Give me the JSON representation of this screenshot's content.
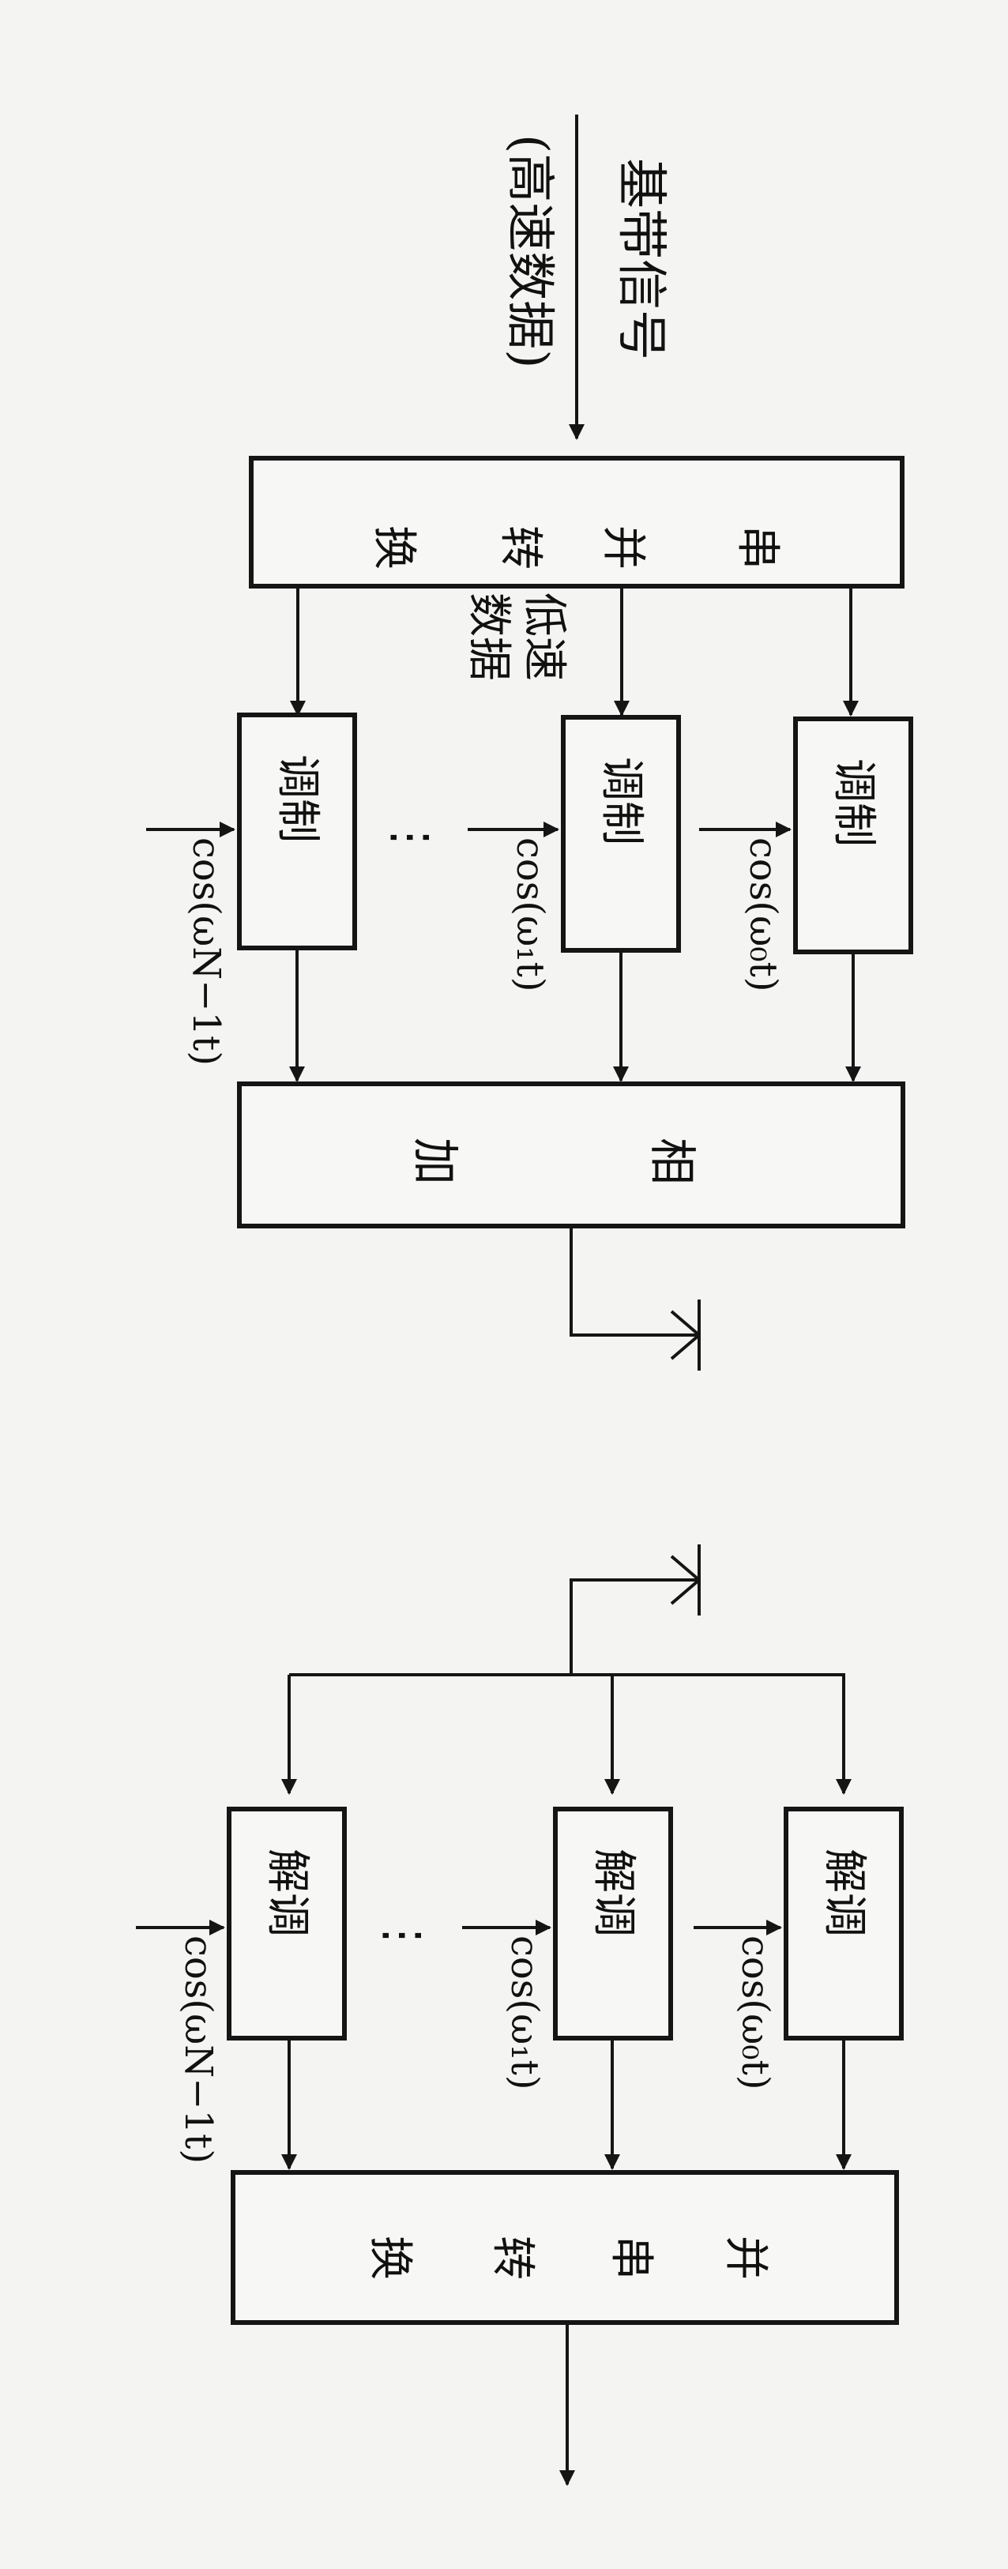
{
  "transmitter": {
    "input_label": "基带信号",
    "input_sub_label": "(高速数据)",
    "sp_box": [
      "串",
      "并",
      "转",
      "换"
    ],
    "low_rate_label": [
      "低速",
      "数据"
    ],
    "mod_label": "调制",
    "carriers": [
      "cos(ω₀t)",
      "cos(ω₁t)",
      "cos(ωN−1t)"
    ],
    "ellipsis": "⋮",
    "sum_box": [
      "相",
      "加"
    ]
  },
  "receiver": {
    "demod_label": "解调",
    "carriers": [
      "cos(ω₀t)",
      "cos(ω₁t)",
      "cos(ωN−1t)"
    ],
    "ellipsis": "⋮",
    "ps_box": [
      "并",
      "串",
      "转",
      "换"
    ]
  }
}
